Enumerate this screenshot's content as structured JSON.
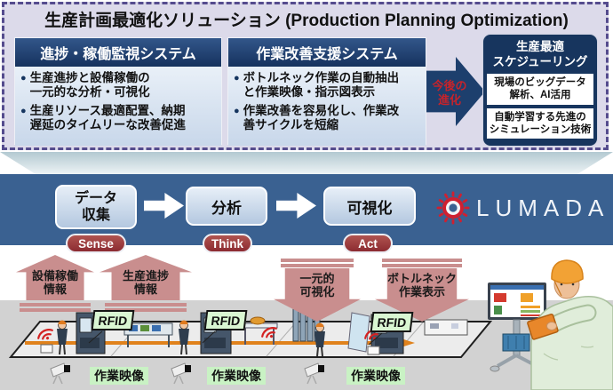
{
  "title": "生産計画最適化ソリューション (Production Planning Optimization)",
  "bullet_glyph": "●",
  "systems": [
    {
      "header": "進捗・稼働監視システム",
      "bullets": [
        [
          "生産進捗と設備稼働の",
          "一元的な分析・可視化"
        ],
        [
          "生産リソース最適配置、納期",
          "遅延のタイムリーな改善促進"
        ]
      ]
    },
    {
      "header": "作業改善支援システム",
      "bullets": [
        [
          "ボトルネック作業の自動抽出",
          "と作業映像・指示図表示"
        ],
        [
          "作業改善を容易化し、作業改",
          "善サイクルを短縮"
        ]
      ]
    }
  ],
  "evolution": {
    "line1": "今後の",
    "line2": "進化"
  },
  "future": {
    "header_line1": "生産最適",
    "header_line2": "スケジューリング",
    "items": [
      [
        "現場のビッグデータ",
        "解析、AI活用"
      ],
      [
        "自動学習する先進の",
        "シミュレーション技術"
      ]
    ]
  },
  "process": {
    "steps": [
      {
        "line1": "データ",
        "line2": "収集",
        "tag": "Sense"
      },
      {
        "line1": "分析",
        "tag": "Think"
      },
      {
        "line1": "可視化",
        "tag": "Act"
      }
    ],
    "logo_text": "LUMADA"
  },
  "data_flows": {
    "up": [
      {
        "line1": "設備稼働",
        "line2": "情報"
      },
      {
        "line1": "生産進捗",
        "line2": "情報"
      }
    ],
    "down": [
      {
        "line1": "一元的",
        "line2": "可視化"
      },
      {
        "line1": "ボトルネック",
        "line2": "作業表示"
      }
    ]
  },
  "factory": {
    "rfid_labels": [
      "RFID",
      "RFID",
      "RFID"
    ],
    "camera_labels": [
      "作業映像",
      "作業映像",
      "作業映像"
    ]
  },
  "colors": {
    "panel_lavender": "#dcdaea",
    "border_purple": "#554c8e",
    "header_navy": "#17355e",
    "band_blue": "#3a6191",
    "pill_red": "#8c2b31",
    "evolution_red": "#c5232b",
    "flow_arrow_pink": "#c98e8e",
    "rfid_green": "#d9f6d2",
    "label_green": "#c9f2c4",
    "conveyor_orange": "#e0821c",
    "lumada_red": "#cf2030"
  }
}
